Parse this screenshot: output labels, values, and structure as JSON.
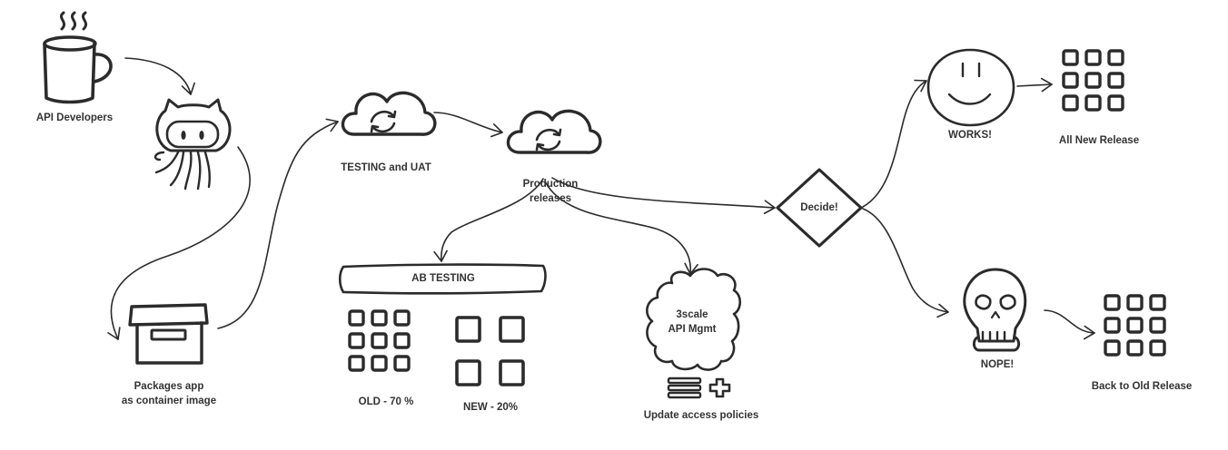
{
  "diagram": {
    "ink_color": "#2b2b2b",
    "label_color": "#333333",
    "background": "#ffffff",
    "nodes": {
      "developers": {
        "label": "API Developers",
        "icon": "coffee-mug-icon"
      },
      "github": {
        "icon": "octocat-icon"
      },
      "package": {
        "line1": "Packages app",
        "line2": "as container image",
        "icon": "archive-box-icon"
      },
      "testing": {
        "label": "TESTING and UAT",
        "icon": "cloud-sync-icon"
      },
      "production": {
        "line1": "Production",
        "line2": "releases",
        "icon": "cloud-sync-icon"
      },
      "ab_testing": {
        "label": "AB TESTING"
      },
      "old": {
        "label": "OLD - 70 %",
        "icon": "grid-3x3-icon"
      },
      "new": {
        "label": "NEW - 20%",
        "icon": "grid-2x2-icon"
      },
      "threescale": {
        "line1": "3scale",
        "line2": "API Mgmt",
        "icon": "thought-cloud-icon"
      },
      "policies": {
        "label": "Update access policies",
        "icon": "plus-list-icon"
      },
      "decide": {
        "label": "Decide!",
        "shape": "diamond"
      },
      "works": {
        "label": "WORKS!",
        "icon": "smiley-icon"
      },
      "all_new": {
        "label": "All New Release",
        "icon": "grid-3x3-icon"
      },
      "nope": {
        "label": "NOPE!",
        "icon": "skull-icon"
      },
      "back_old": {
        "label": "Back to Old Release",
        "icon": "grid-3x3-icon"
      }
    }
  }
}
